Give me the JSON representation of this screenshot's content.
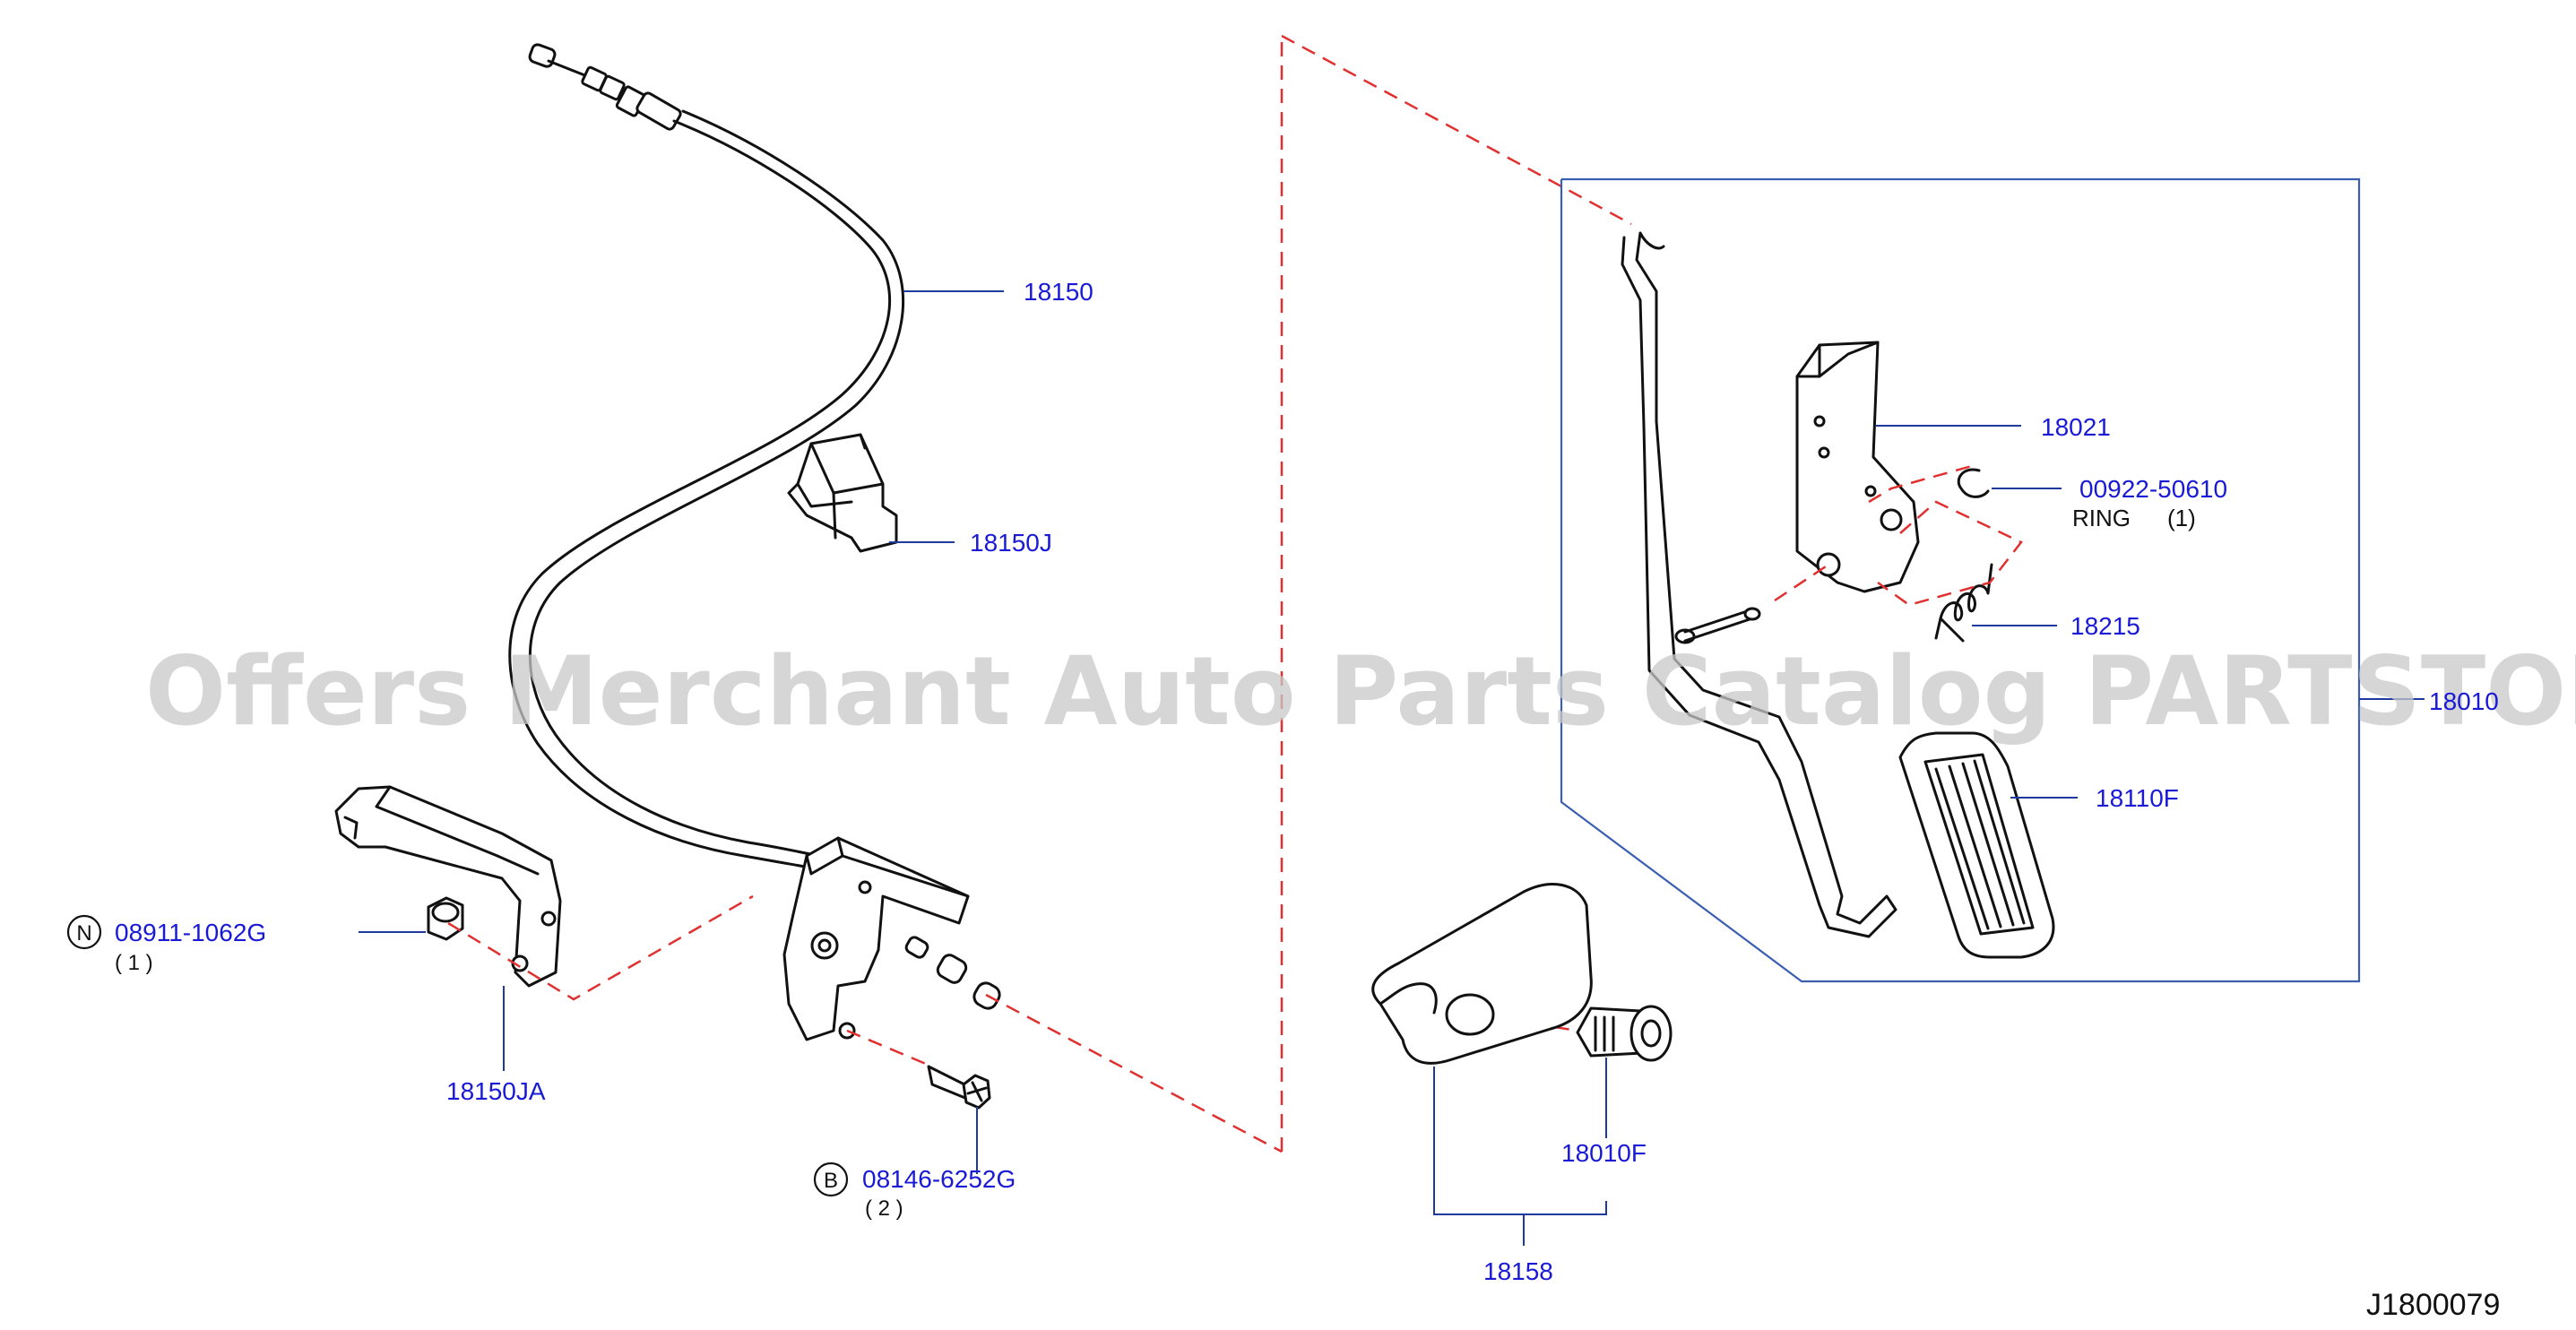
{
  "parts": {
    "p18150": "18150",
    "p18150J": "18150J",
    "p18150JA": "18150JA",
    "p08911": "08911-1062G",
    "p08911_qty": "( 1 )",
    "p08911_prefix": "N",
    "p08146": "08146-6252G",
    "p08146_qty": "( 2 )",
    "p08146_prefix": "B",
    "p18021": "18021",
    "p00922": "00922-50610",
    "p00922_name": "RING",
    "p00922_qty": "(1)",
    "p18215": "18215",
    "p18010": "18010",
    "p18110F": "18110F",
    "p18010F": "18010F",
    "p18158": "18158"
  },
  "diagram_code": "J1800079",
  "watermark": "Offers Merchant Auto Parts Catalog PARTSTORE.SA"
}
